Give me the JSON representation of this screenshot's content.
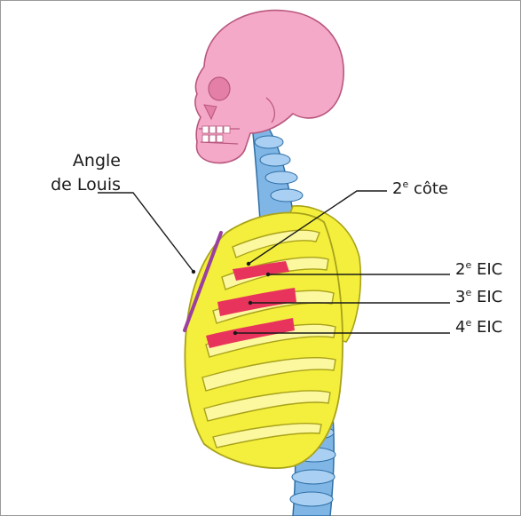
{
  "labels": {
    "angle_louis_line1": "Angle",
    "angle_louis_line2": "de Louis",
    "rib2": {
      "num": "2",
      "sup": "e",
      "text": " côte"
    },
    "eic2": {
      "num": "2",
      "sup": "e",
      "text": " EIC"
    },
    "eic3": {
      "num": "3",
      "sup": "e",
      "text": " EIC"
    },
    "eic4": {
      "num": "4",
      "sup": "e",
      "text": " EIC"
    }
  },
  "colors": {
    "skull": "#f5a9c8",
    "skull_stroke": "#b9577e",
    "spine": "#7fb6e6",
    "spine_stroke": "#2f6fa6",
    "ribcage": "#f3ef3c",
    "ribcage_stroke": "#a9a21a",
    "intercostal": "#e8345c",
    "sternum_angle": "#9b3fa0",
    "leader": "#1a1a1a"
  }
}
